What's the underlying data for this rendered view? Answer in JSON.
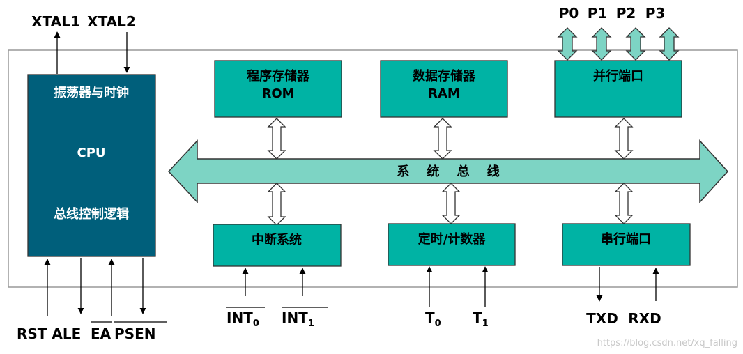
{
  "colors": {
    "module_fill": "#00b3a4",
    "cpu_fill": "#005f7b",
    "bus_fill": "#7dd4c4",
    "outline": "#333333",
    "frame": "#999999"
  },
  "cpu": {
    "line1": "振荡器与时钟",
    "line2": "CPU",
    "line3": "总线控制逻辑"
  },
  "modules": {
    "rom": {
      "line1": "程序存储器",
      "line2": "ROM"
    },
    "ram": {
      "line1": "数据存储器",
      "line2": "RAM"
    },
    "parallel": {
      "line1": "并行端口"
    },
    "interrupt": {
      "line1": "中断系统"
    },
    "timer": {
      "line1": "定时/计数器"
    },
    "serial": {
      "line1": "串行端口"
    }
  },
  "bus": {
    "label": "系    统    总    线"
  },
  "pins": {
    "xtal1": "XTAL1",
    "xtal2": "XTAL2",
    "p0": "P0",
    "p1": "P1",
    "p2": "P2",
    "p3": "P3",
    "rst_ale": "RST ALE",
    "ea": "EA",
    "psen": "PSEN",
    "int0_base": "INT",
    "int0_sub": "0",
    "int1_base": "INT",
    "int1_sub": "1",
    "t0_base": "T",
    "t0_sub": "0",
    "t1_base": "T",
    "t1_sub": "1",
    "txd": "TXD",
    "rxd": "RXD"
  },
  "watermark": "https://blog.csdn.net/xq_falling"
}
